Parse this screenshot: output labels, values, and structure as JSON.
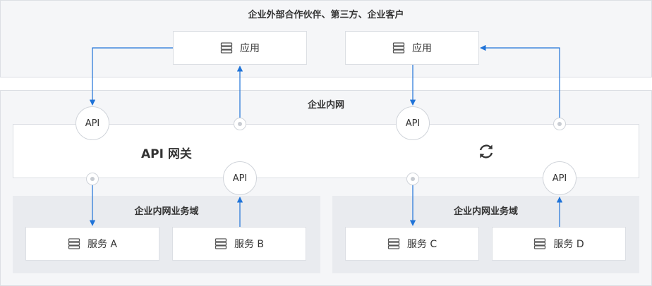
{
  "external": {
    "title": "企业外部合作伙伴、第三方、企业客户",
    "apps": [
      "应用",
      "应用"
    ]
  },
  "internal": {
    "title": "企业内网"
  },
  "gateway": {
    "label": "API 网关"
  },
  "api_label": "API",
  "domains": [
    {
      "title": "企业内网业务域",
      "services": [
        "服务 A",
        "服务 B"
      ]
    },
    {
      "title": "企业内网业务域",
      "services": [
        "服务 C",
        "服务 D"
      ]
    }
  ],
  "colors": {
    "arrow": "#1f73d8",
    "border": "#dcdfe4",
    "region": "#f5f6f8",
    "zone": "#e9ebef"
  },
  "icons": {
    "app": "server-icon",
    "service": "server-icon",
    "gateway": "sync-icon"
  }
}
